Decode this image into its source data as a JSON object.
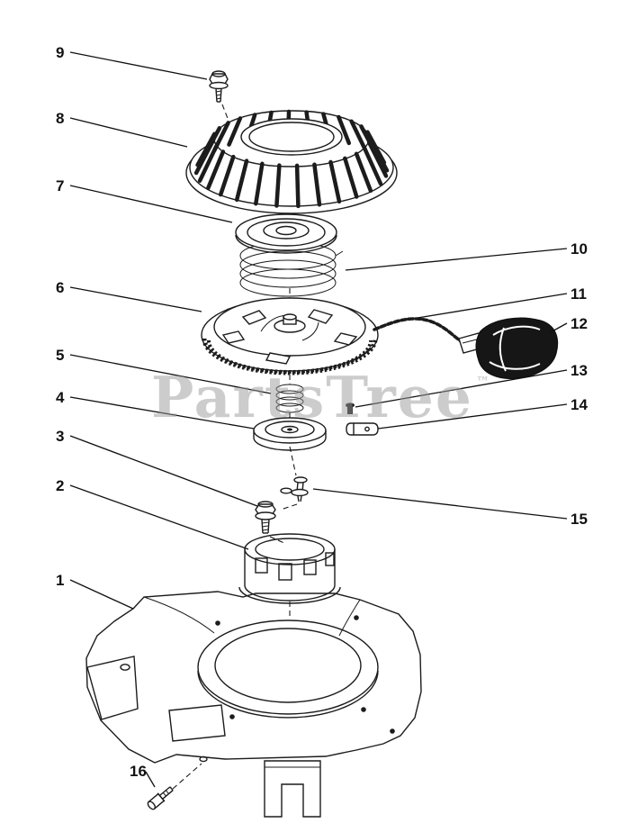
{
  "colors": {
    "ink": "#1c1c1c",
    "watermark_gray": "#c8c8c8",
    "background": "#ffffff"
  },
  "watermark": {
    "text": "PartsTree",
    "tm": "™"
  },
  "callouts": [
    {
      "label": "1"
    },
    {
      "label": "2"
    },
    {
      "label": "3"
    },
    {
      "label": "4"
    },
    {
      "label": "5"
    },
    {
      "label": "6"
    },
    {
      "label": "7"
    },
    {
      "label": "8"
    },
    {
      "label": "9"
    },
    {
      "label": "10"
    },
    {
      "label": "11"
    },
    {
      "label": "12"
    },
    {
      "label": "13"
    },
    {
      "label": "14"
    },
    {
      "label": "15"
    },
    {
      "label": "16"
    }
  ]
}
